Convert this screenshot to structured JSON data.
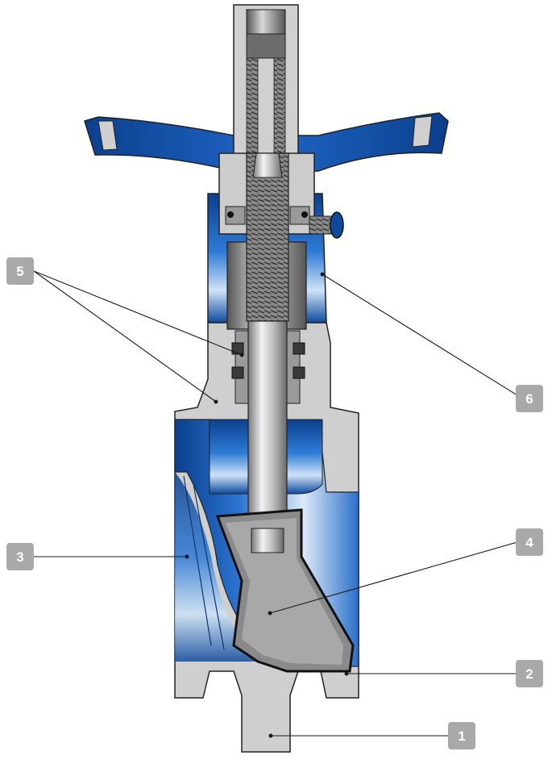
{
  "diagram": {
    "type": "valve cutaway illustration",
    "colors": {
      "metal_light": "#cfcfcf",
      "metal_mid": "#a9a9a9",
      "metal_dark": "#6d6d6d",
      "blue_dark": "#0a3f8c",
      "blue_mid": "#1d62c2",
      "blue_light": "#cfe3f7",
      "callout_bg": "#a9a9a9",
      "leader": "#1a1a1a"
    },
    "callouts": [
      {
        "id": "1",
        "label": "1"
      },
      {
        "id": "2",
        "label": "2"
      },
      {
        "id": "3",
        "label": "3"
      },
      {
        "id": "4",
        "label": "4"
      },
      {
        "id": "5",
        "label": "5"
      },
      {
        "id": "6",
        "label": "6"
      }
    ]
  }
}
